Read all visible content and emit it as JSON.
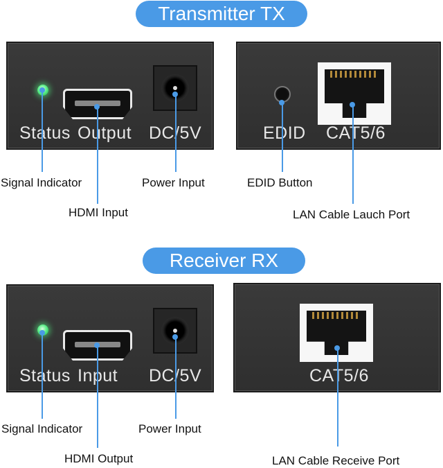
{
  "tx": {
    "title": "Transmitter TX",
    "front": {
      "status": "Status",
      "hdmi": "Output",
      "dc": "DC/5V"
    },
    "back": {
      "edid": "EDID",
      "cat": "CAT5/6"
    },
    "callouts": {
      "signal": "Signal Indicator",
      "hdmi": "HDMI Input",
      "power": "Power Input",
      "edid": "EDID Button",
      "lan": "LAN Cable Lauch Port"
    }
  },
  "rx": {
    "title": "Receiver RX",
    "front": {
      "status": "Status",
      "hdmi": "Input",
      "dc": "DC/5V"
    },
    "back": {
      "cat": "CAT5/6"
    },
    "callouts": {
      "signal": "Signal Indicator",
      "hdmi": "HDMI Output",
      "power": "Power Input",
      "lan": "LAN Cable Receive Port"
    }
  },
  "colors": {
    "accent": "#4a9ae6",
    "led": "#5ff08a",
    "panel": "#333333"
  }
}
